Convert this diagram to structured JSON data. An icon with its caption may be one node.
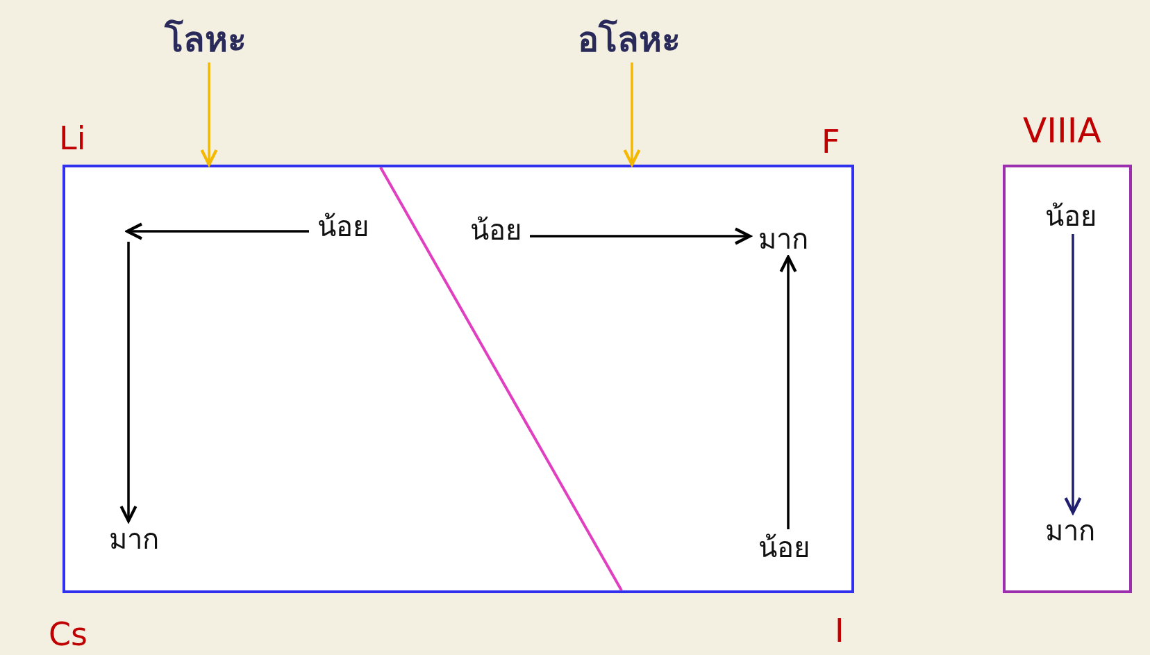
{
  "diagram": {
    "nodes": [
      {
        "text": [],
        "shape": "box"
      },
      {
        "text": [
          "โลหะ"
        ]
      },
      {
        "text": [
          "อโลหะ"
        ]
      },
      {
        "text": [
          "น้อย"
        ],
        "in": 0
      },
      {
        "text": [
          "มาก"
        ],
        "in": 0
      },
      {
        "text": [
          "น้อย"
        ],
        "in": 0
      },
      {
        "text": [
          "มาก"
        ],
        "in": 0
      },
      {
        "text": [
          "น้อย"
        ],
        "in": 0
      },
      {
        "text": [
          "VIIIA"
        ]
      },
      {
        "text": [
          "น้อย"
        ],
        "in": 8
      },
      {
        "text": [
          "มาก"
        ],
        "in": 8
      }
    ],
    "edges": [
      {
        "from": 1,
        "to": 0,
        "arrow": "to",
        "color": "#f5b800"
      },
      {
        "from": 2,
        "to": 0,
        "arrow": "to",
        "color": "#f5b800"
      },
      {
        "from": 3,
        "to": null,
        "arrow": "to"
      },
      {
        "from": null,
        "to": 4,
        "arrow": "to"
      },
      {
        "from": 5,
        "to": 6,
        "arrow": "to"
      },
      {
        "from": 7,
        "to": 6,
        "arrow": "to"
      },
      {
        "from": 9,
        "to": 10,
        "arrow": "to",
        "color": "#1f1f6e"
      }
    ],
    "labels": [
      "Li",
      "F",
      "Cs",
      "I"
    ]
  }
}
